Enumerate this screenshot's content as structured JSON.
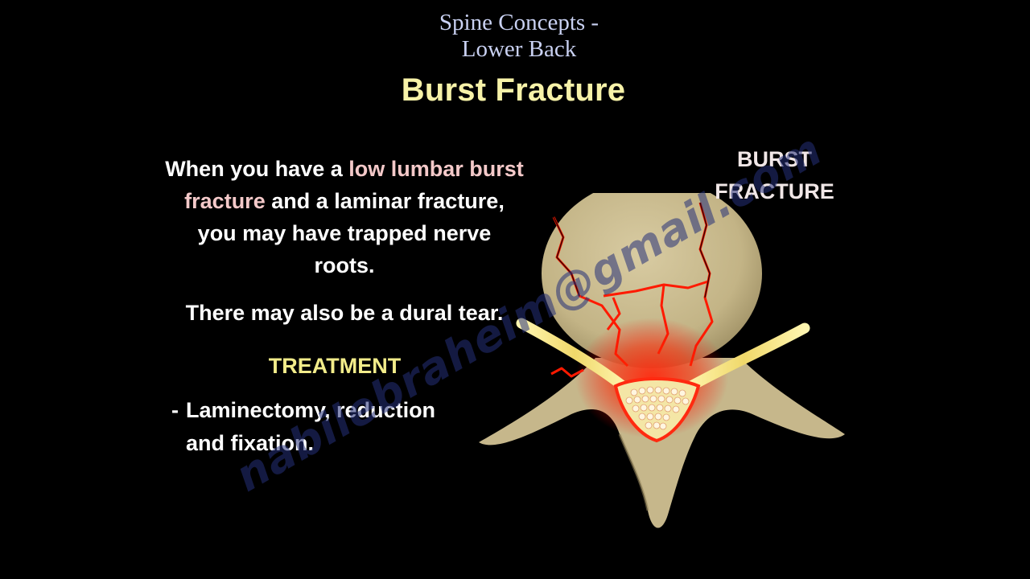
{
  "header": {
    "series_line1": "Spine Concepts -",
    "series_line2": "Lower Back",
    "title": "Burst Fracture"
  },
  "body": {
    "para1_pre": "When you have a ",
    "para1_highlight": "low lumbar burst fracture",
    "para1_post": " and a laminar fracture, you may have trapped nerve roots.",
    "para2": "There may also be a dural tear."
  },
  "treatment": {
    "heading": "TREATMENT",
    "items": [
      {
        "dash": "-",
        "line1": "Laminectomy, reduction",
        "line2": "and fixation."
      }
    ]
  },
  "diagram": {
    "label_line1": "BURST",
    "label_line2": "FRACTURE",
    "icon": "vertebra-burst-fracture-illustration"
  },
  "watermark": "nabilebraheim@gmail.com",
  "colors": {
    "background": "#000000",
    "title": "#f7f2a8",
    "series": "#c9d1f2",
    "highlight": "#f4c9c9",
    "treatment_heading": "#f2ec8a",
    "bone": "#cbbd93",
    "fracture": "#ff1a00",
    "nerve": "#f3e487",
    "watermark": "#243078"
  }
}
